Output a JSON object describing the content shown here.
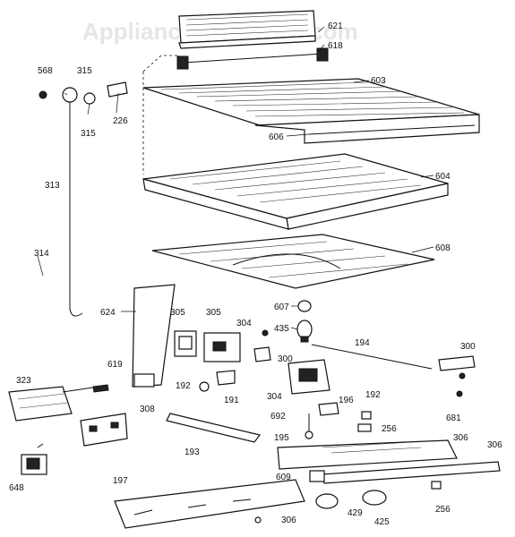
{
  "watermark": "AppliancePartsPros.com",
  "callouts": {
    "c568": "568",
    "c315a": "315",
    "c315b": "315",
    "c226": "226",
    "c313": "313",
    "c314": "314",
    "c621": "621",
    "c618": "618",
    "c603": "603",
    "c606": "606",
    "c604": "604",
    "c608": "608",
    "c607": "607",
    "c435": "435",
    "c624": "624",
    "c305a": "305",
    "c305b": "305",
    "c304a": "304",
    "c300a": "300",
    "c194": "194",
    "c300b": "300",
    "c619": "619",
    "c323": "323",
    "c192a": "192",
    "c191": "191",
    "c304b": "304",
    "c196": "196",
    "c192b": "192",
    "c681": "681",
    "c308": "308",
    "c692": "692",
    "c195": "195",
    "c256a": "256",
    "c306a": "306",
    "c306b": "306",
    "c193": "193",
    "c648": "648",
    "c197": "197",
    "c609": "609",
    "c429": "429",
    "c425": "425",
    "c256b": "256",
    "c306c": "306"
  }
}
